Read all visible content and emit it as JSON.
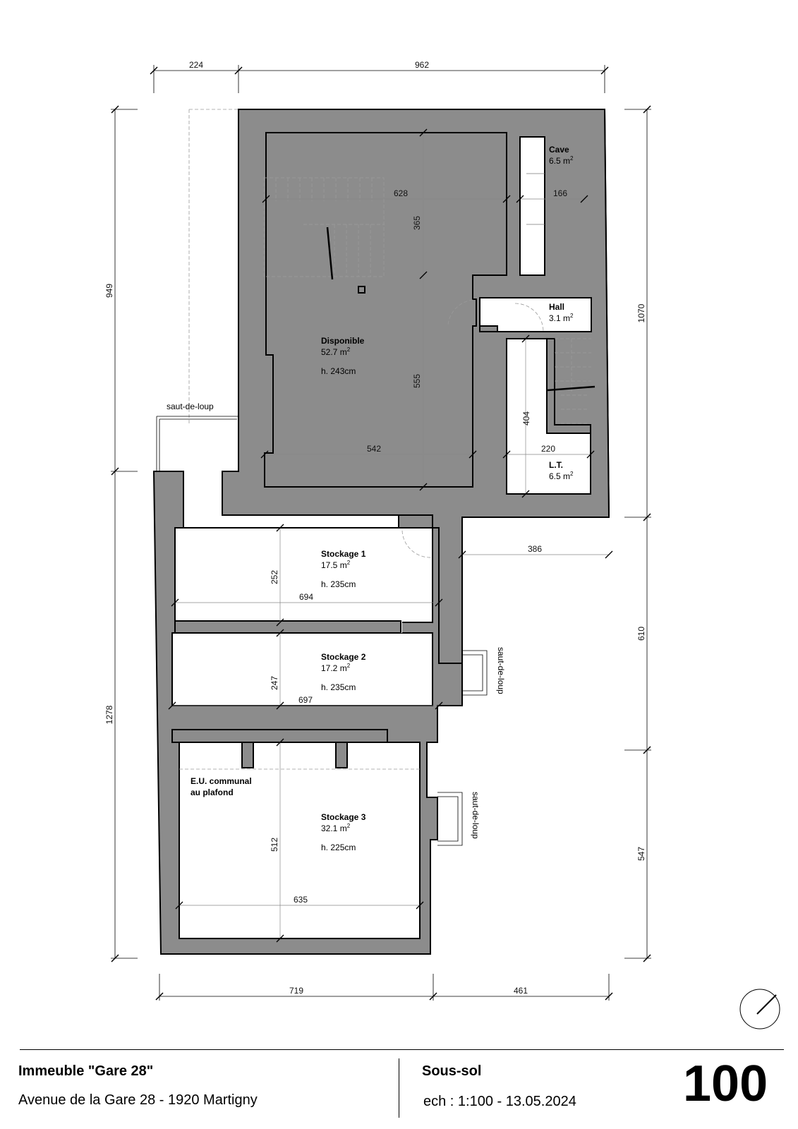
{
  "footer": {
    "project": "Immeuble \"Gare 28\"",
    "address": "Avenue de la Gare 28 - 1920 Martigny",
    "level": "Sous-sol",
    "scale_date": "ech : 1:100 - 13.05.2024",
    "sheet_number": "100"
  },
  "rooms": {
    "disponible": {
      "name": "Disponible",
      "area": "52.7 m",
      "height": "h. 243cm"
    },
    "cave": {
      "name": "Cave",
      "area": "6.5 m"
    },
    "hall": {
      "name": "Hall",
      "area": "3.1 m"
    },
    "lt": {
      "name": "L.T.",
      "area": "6.5 m"
    },
    "stockage1": {
      "name": "Stockage 1",
      "area": "17.5 m",
      "height": "h. 235cm"
    },
    "stockage2": {
      "name": "Stockage 2",
      "area": "17.2 m",
      "height": "h. 235cm"
    },
    "stockage3": {
      "name": "Stockage 3",
      "area": "32.1 m",
      "height": "h. 225cm"
    },
    "area_exponent": "2"
  },
  "notes": {
    "eu_line1": "E.U. communal",
    "eu_line2": "au plafond",
    "saut_de_loup": "saut-de-loup"
  },
  "dimensions": {
    "top_left": "224",
    "top_right": "962",
    "left_upper": "949",
    "left_lower": "1278",
    "right_upper": "1070",
    "right_middle": "610",
    "right_lower": "547",
    "bottom_left": "719",
    "bottom_right": "461",
    "d628": "628",
    "d166": "166",
    "d365": "365",
    "d555": "555",
    "d542": "542",
    "d404": "404",
    "d220": "220",
    "d386": "386",
    "d252": "252",
    "d694": "694",
    "d247": "247",
    "d697": "697",
    "d512": "512",
    "d635": "635"
  }
}
